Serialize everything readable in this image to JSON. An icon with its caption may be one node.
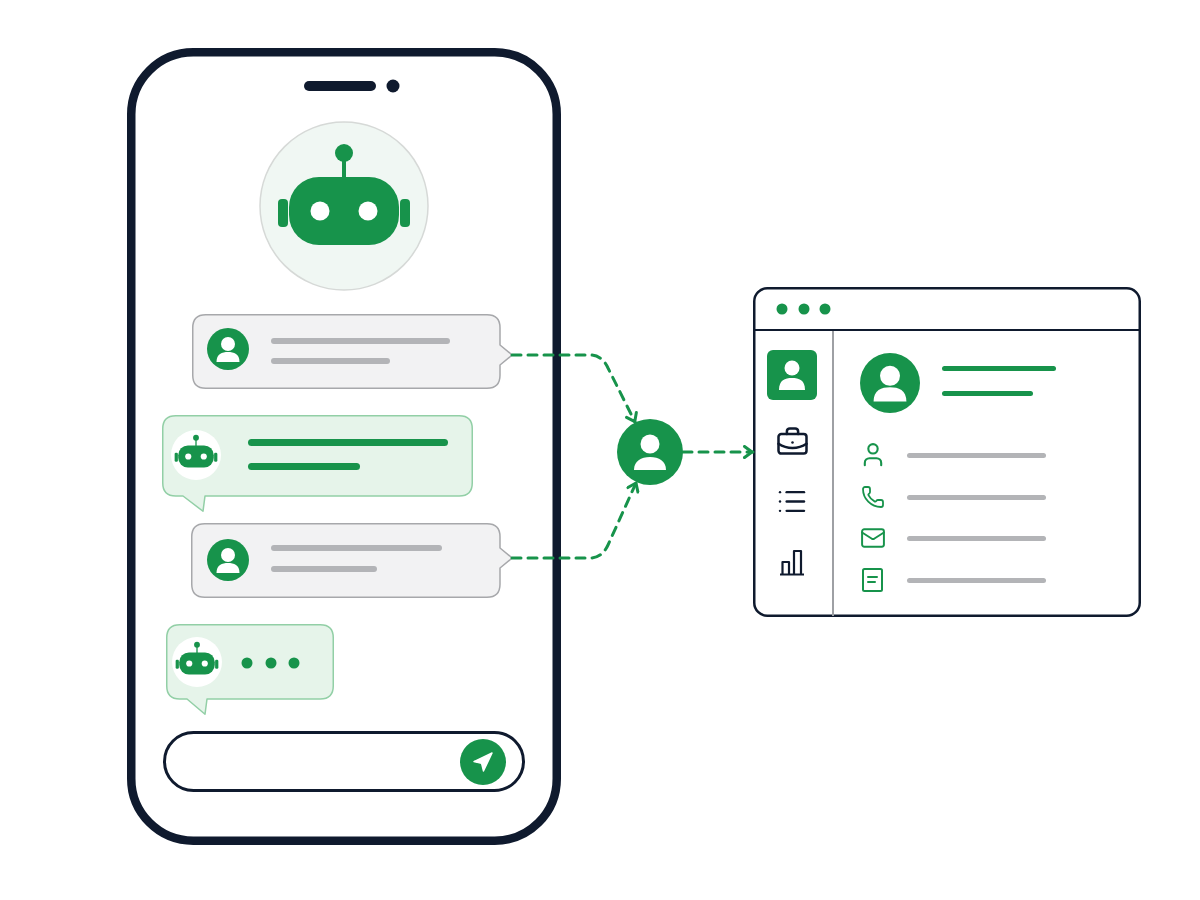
{
  "diagram": {
    "nodes": [
      {
        "text": [],
        "shape": "box"
      },
      {
        "text": [],
        "shape": "box",
        "in": 0
      },
      {
        "text": [],
        "shape": "box",
        "in": 0
      },
      {
        "text": [],
        "shape": "box",
        "in": 0
      },
      {
        "text": [],
        "shape": "box",
        "in": 0
      },
      {
        "text": [],
        "shape": "circle"
      },
      {
        "text": [],
        "shape": "box"
      }
    ],
    "edges": [
      {
        "from": 1,
        "to": 5,
        "arrow": "to",
        "style": "dashed"
      },
      {
        "from": 3,
        "to": 5,
        "arrow": "to",
        "style": "dashed"
      },
      {
        "from": 5,
        "to": 6,
        "arrow": "to",
        "style": "dashed"
      }
    ]
  }
}
